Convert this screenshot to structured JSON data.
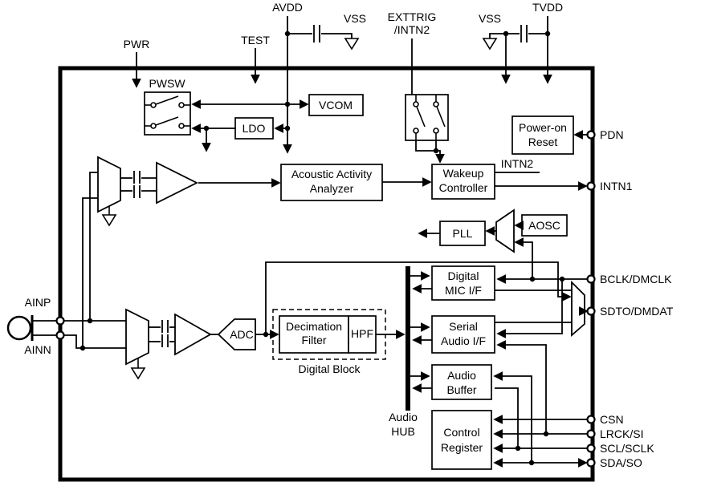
{
  "diagram": {
    "pins": {
      "pwr": "PWR",
      "test": "TEST",
      "avdd": "AVDD",
      "vss_left": "VSS",
      "exttrig_line1": "EXTTRIG",
      "exttrig_line2": "/INTN2",
      "vss_right": "VSS",
      "tvdd": "TVDD",
      "ainp": "AINP",
      "ainn": "AINN",
      "pdn": "PDN",
      "intn1": "INTN1",
      "bclk": "BCLK/DMCLK",
      "sdto": "SDTO/DMDAT",
      "csn": "CSN",
      "lrck": "LRCK/SI",
      "scl": "SCL/SCLK",
      "sda": "SDA/SO"
    },
    "blocks": {
      "pwsw": "PWSW",
      "vcom": "VCOM",
      "ldo": "LDO",
      "aaa_line1": "Acoustic Activity",
      "aaa_line2": "Analyzer",
      "wakeup_line1": "Wakeup",
      "wakeup_line2": "Controller",
      "por_line1": "Power-on",
      "por_line2": "Reset",
      "pll": "PLL",
      "aosc": "AOSC",
      "dmic_line1": "Digital",
      "dmic_line2": "MIC I/F",
      "serial_line1": "Serial",
      "serial_line2": "Audio I/F",
      "buffer_line1": "Audio",
      "buffer_line2": "Buffer",
      "control_line1": "Control",
      "control_line2": "Register",
      "adc": "ADC",
      "decimation_line1": "Decimation",
      "decimation_line2": "Filter",
      "hpf": "HPF",
      "digital_block_caption": "Digital Block",
      "audio_hub_line1": "Audio",
      "audio_hub_line2": "HUB"
    },
    "signals": {
      "intn2": "INTN2"
    },
    "colors": {
      "line": "#000000",
      "background": "#ffffff"
    }
  }
}
